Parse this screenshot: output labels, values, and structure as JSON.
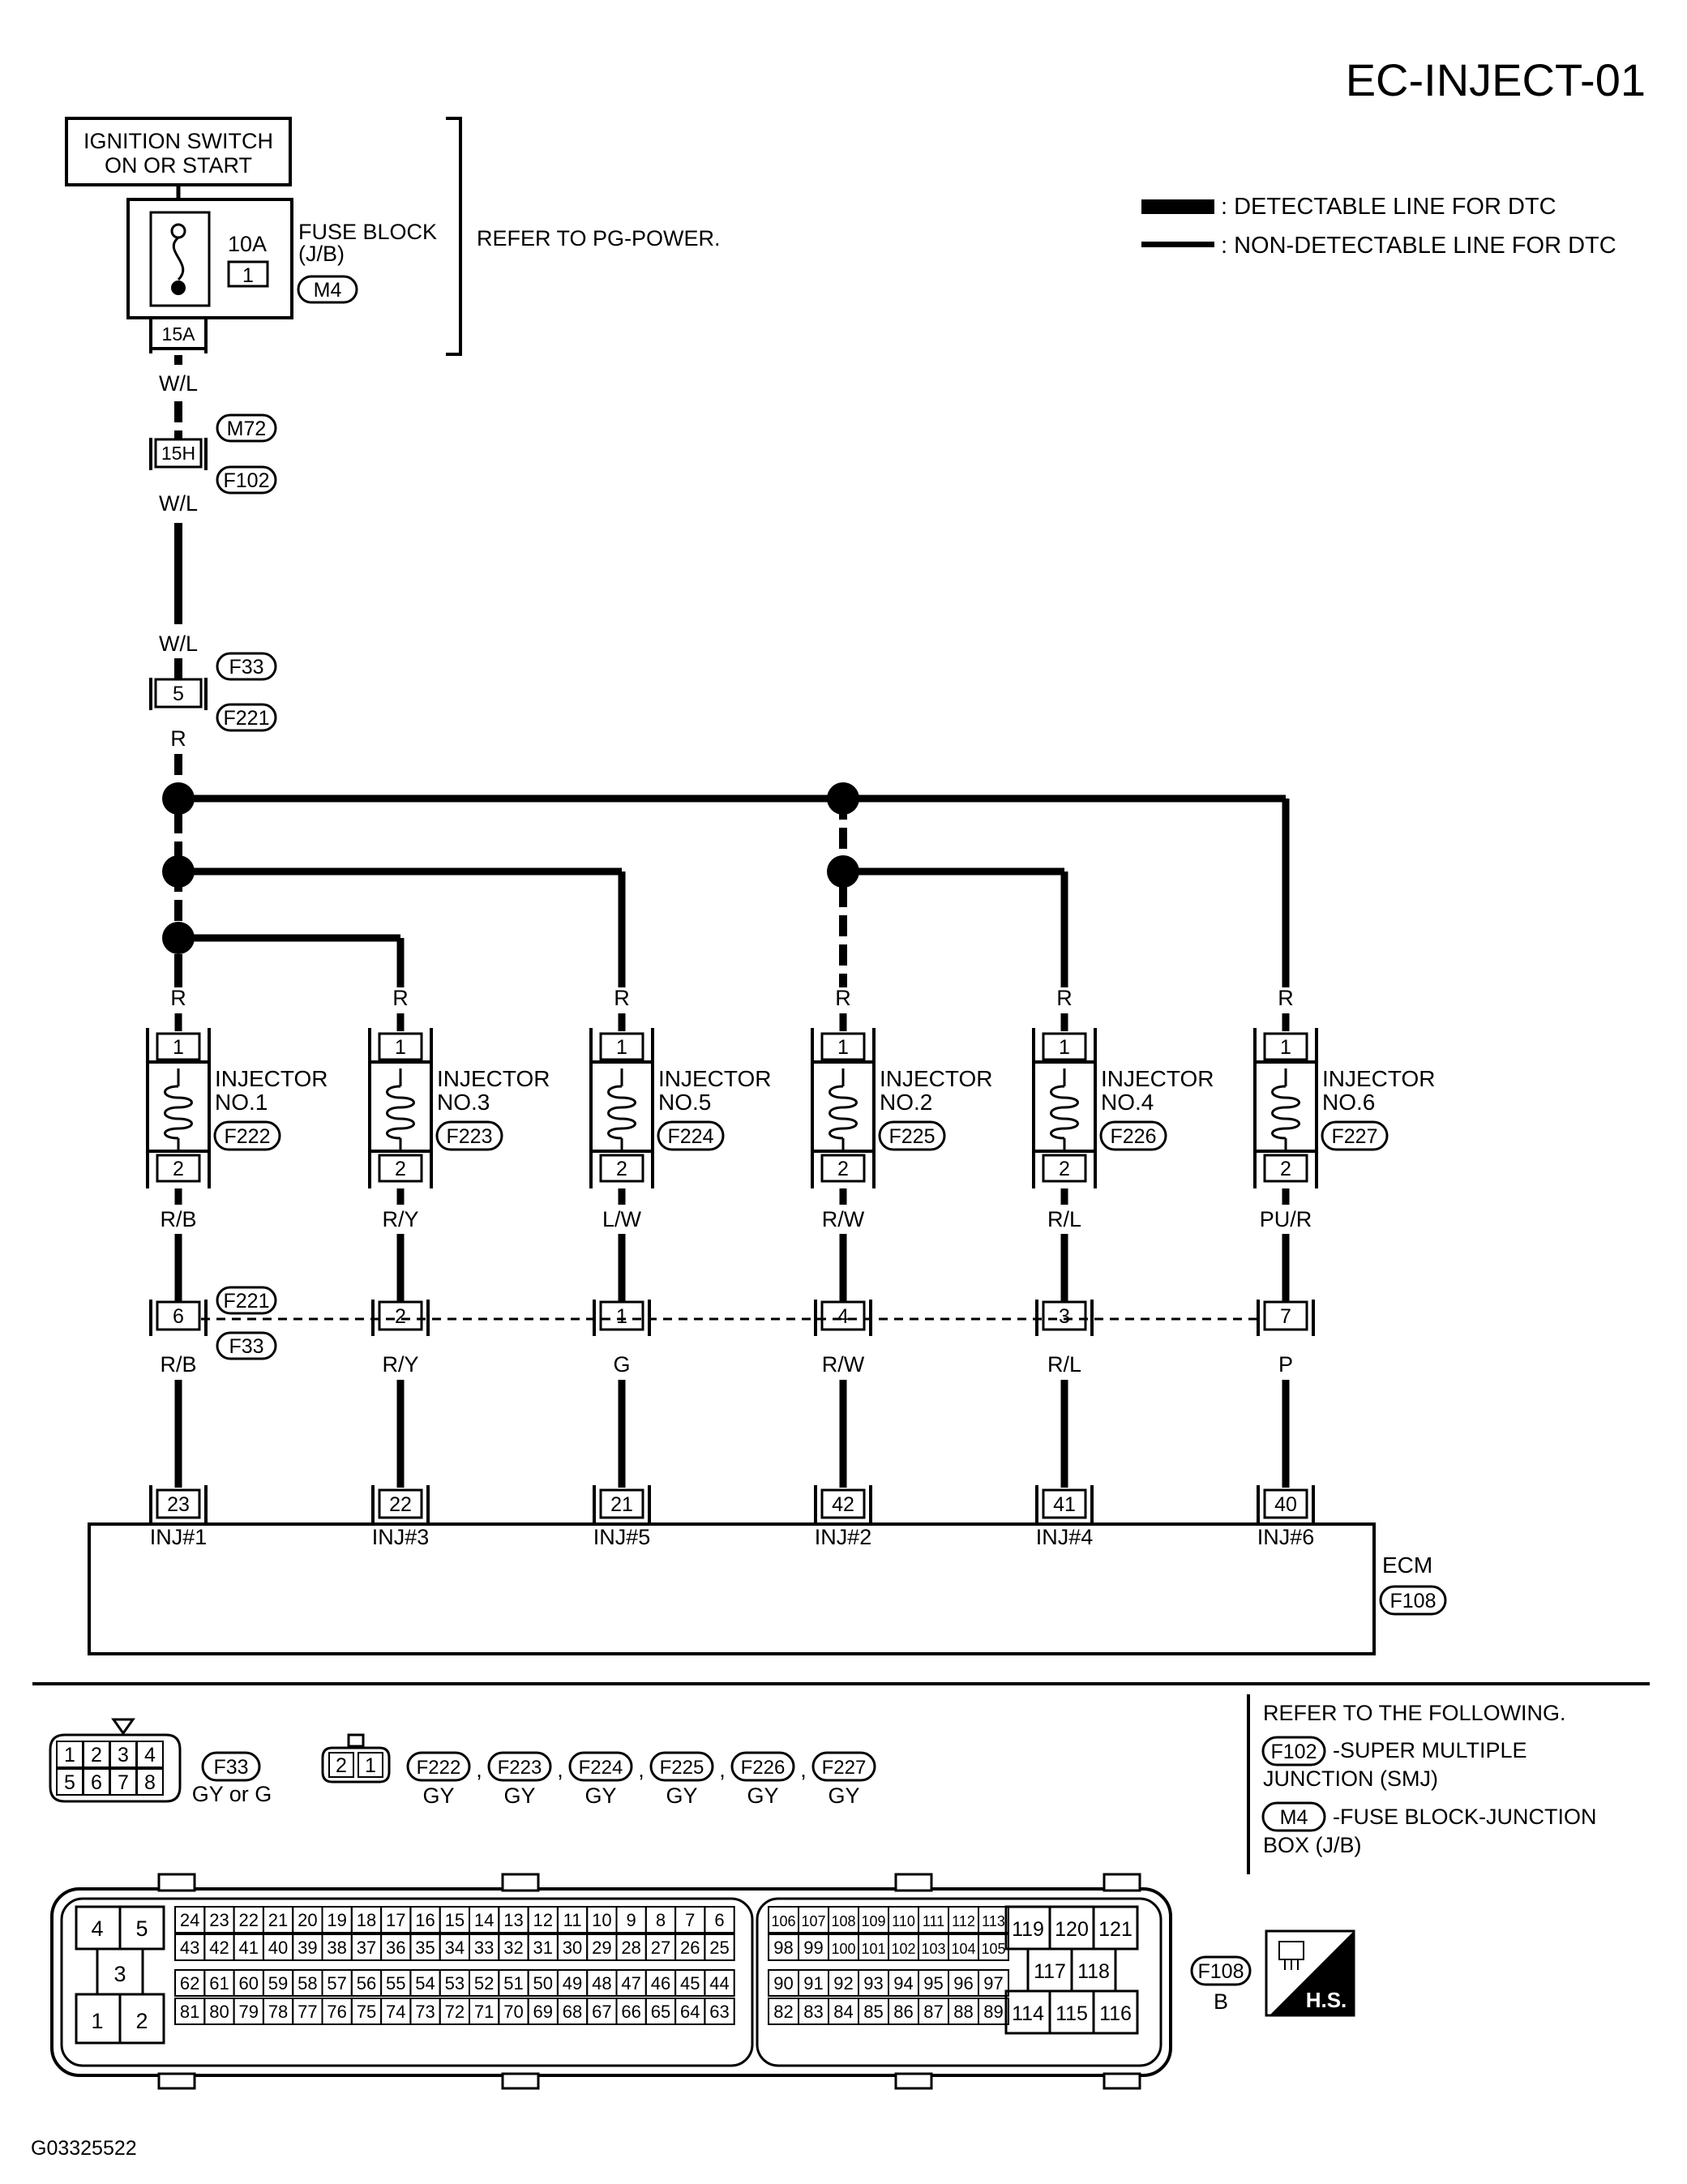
{
  "diagram_id": "EC-INJECT-01",
  "figure_code": "G03325522",
  "legend": {
    "detectable": ": DETECTABLE LINE FOR DTC",
    "non_detectable": ": NON-DETECTABLE LINE FOR DTC"
  },
  "power": {
    "ignition_line1": "IGNITION SWITCH",
    "ignition_line2": "ON OR START",
    "fuse_amp": "10A",
    "fuse_no": "1",
    "fuse_block_line1": "FUSE BLOCK",
    "fuse_block_line2": "(J/B)",
    "fuse_block_conn": "M4",
    "refer_text": "REFER TO PG-POWER.",
    "jb_terminal": "15A",
    "wire1": "W/L",
    "conn_terminal": "15H",
    "conn_a": "M72",
    "conn_b": "F102",
    "wire2": "W/L",
    "wire3": "W/L",
    "conn2_terminal": "5",
    "conn2_a": "F33",
    "conn2_b": "F221",
    "wire4": "R"
  },
  "injectors": [
    {
      "top_wire": "R",
      "pin1": "1",
      "pin2": "2",
      "name1": "INJECTOR",
      "name2": "NO.1",
      "conn": "F222",
      "bottom_wire": "R/B",
      "joint_pin": "6",
      "ecm_wire": "R/B",
      "ecm_pin": "23",
      "ecm_label": "INJ#1"
    },
    {
      "top_wire": "R",
      "pin1": "1",
      "pin2": "2",
      "name1": "INJECTOR",
      "name2": "NO.3",
      "conn": "F223",
      "bottom_wire": "R/Y",
      "joint_pin": "2",
      "ecm_wire": "R/Y",
      "ecm_pin": "22",
      "ecm_label": "INJ#3"
    },
    {
      "top_wire": "R",
      "pin1": "1",
      "pin2": "2",
      "name1": "INJECTOR",
      "name2": "NO.5",
      "conn": "F224",
      "bottom_wire": "L/W",
      "joint_pin": "1",
      "ecm_wire": "G",
      "ecm_pin": "21",
      "ecm_label": "INJ#5"
    },
    {
      "top_wire": "R",
      "pin1": "1",
      "pin2": "2",
      "name1": "INJECTOR",
      "name2": "NO.2",
      "conn": "F225",
      "bottom_wire": "R/W",
      "joint_pin": "4",
      "ecm_wire": "R/W",
      "ecm_pin": "42",
      "ecm_label": "INJ#2"
    },
    {
      "top_wire": "R",
      "pin1": "1",
      "pin2": "2",
      "name1": "INJECTOR",
      "name2": "NO.4",
      "conn": "F226",
      "bottom_wire": "R/L",
      "joint_pin": "3",
      "ecm_wire": "R/L",
      "ecm_pin": "41",
      "ecm_label": "INJ#4"
    },
    {
      "top_wire": "R",
      "pin1": "1",
      "pin2": "2",
      "name1": "INJECTOR",
      "name2": "NO.6",
      "conn": "F227",
      "bottom_wire": "PU/R",
      "joint_pin": "7",
      "ecm_wire": "P",
      "ecm_pin": "40",
      "ecm_label": "INJ#6"
    }
  ],
  "joint_conn_a": "F221",
  "joint_conn_b": "F33",
  "ecm": {
    "name": "ECM",
    "conn": "F108"
  },
  "bottom": {
    "f33_pins": [
      "1",
      "2",
      "3",
      "4",
      "5",
      "6",
      "7",
      "8"
    ],
    "f33_label": "F33",
    "f33_color": "GY or G",
    "two_pins": [
      "2",
      "1"
    ],
    "inj_conns": [
      {
        "name": "F222",
        "color": "GY"
      },
      {
        "name": "F223",
        "color": "GY"
      },
      {
        "name": "F224",
        "color": "GY"
      },
      {
        "name": "F225",
        "color": "GY"
      },
      {
        "name": "F226",
        "color": "GY"
      },
      {
        "name": "F227",
        "color": "GY"
      }
    ],
    "sep": ",",
    "refer_title": "REFER TO THE FOLLOWING.",
    "refer1_conn": "F102",
    "refer1_line1": "-SUPER MULTIPLE",
    "refer1_line2": "JUNCTION (SMJ)",
    "refer2_conn": "M4",
    "refer2_line1": "-FUSE BLOCK-JUNCTION",
    "refer2_line2": "BOX (J/B)",
    "ecm_conn_label": "F108",
    "ecm_conn_color": "B",
    "hs_label": "H.S.",
    "left_block": [
      "4",
      "5",
      "3",
      "1",
      "2"
    ],
    "grid_a": [
      [
        "24",
        "23",
        "22",
        "21",
        "20",
        "19",
        "18",
        "17",
        "16",
        "15",
        "14",
        "13",
        "12",
        "11",
        "10",
        "9",
        "8",
        "7",
        "6"
      ],
      [
        "43",
        "42",
        "41",
        "40",
        "39",
        "38",
        "37",
        "36",
        "35",
        "34",
        "33",
        "32",
        "31",
        "30",
        "29",
        "28",
        "27",
        "26",
        "25"
      ],
      [
        "62",
        "61",
        "60",
        "59",
        "58",
        "57",
        "56",
        "55",
        "54",
        "53",
        "52",
        "51",
        "50",
        "49",
        "48",
        "47",
        "46",
        "45",
        "44"
      ],
      [
        "81",
        "80",
        "79",
        "78",
        "77",
        "76",
        "75",
        "74",
        "73",
        "72",
        "71",
        "70",
        "69",
        "68",
        "67",
        "66",
        "65",
        "64",
        "63"
      ]
    ],
    "grid_b": [
      [
        "106",
        "107",
        "108",
        "109",
        "110",
        "111",
        "112",
        "113"
      ],
      [
        "98",
        "99",
        "100",
        "101",
        "102",
        "103",
        "104",
        "105"
      ],
      [
        "90",
        "91",
        "92",
        "93",
        "94",
        "95",
        "96",
        "97"
      ],
      [
        "82",
        "83",
        "84",
        "85",
        "86",
        "87",
        "88",
        "89"
      ]
    ],
    "right_block": [
      "119",
      "120",
      "121",
      "117",
      "118",
      "114",
      "115",
      "116"
    ]
  }
}
